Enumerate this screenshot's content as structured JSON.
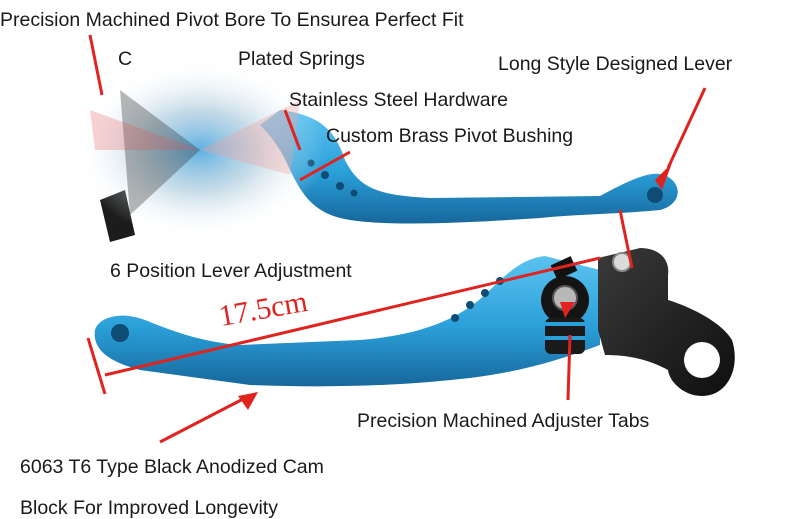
{
  "labels": {
    "pivot_bore": "Precision Machined Pivot Bore To Ensurea Perfect Fit",
    "springs": "Plated Springs",
    "springs_prefix": "C",
    "stainless": "Stainless Steel Hardware",
    "brass": "Custom Brass Pivot Bushing",
    "long_style": "Long Style Designed Lever",
    "six_position": "6 Position Lever Adjustment",
    "measurement": "17.5cm",
    "adjuster_tabs": "Precision Machined Adjuster Tabs",
    "cam_line1": "6063 T6 Type Black Anodized Cam",
    "cam_line2": "Block For Improved Longevity"
  },
  "colors": {
    "lever_blue": "#2a9fd8",
    "lever_shadow": "#1b6fa3",
    "block_black": "#1c1c1c",
    "annotation_red": "#e0231f"
  }
}
